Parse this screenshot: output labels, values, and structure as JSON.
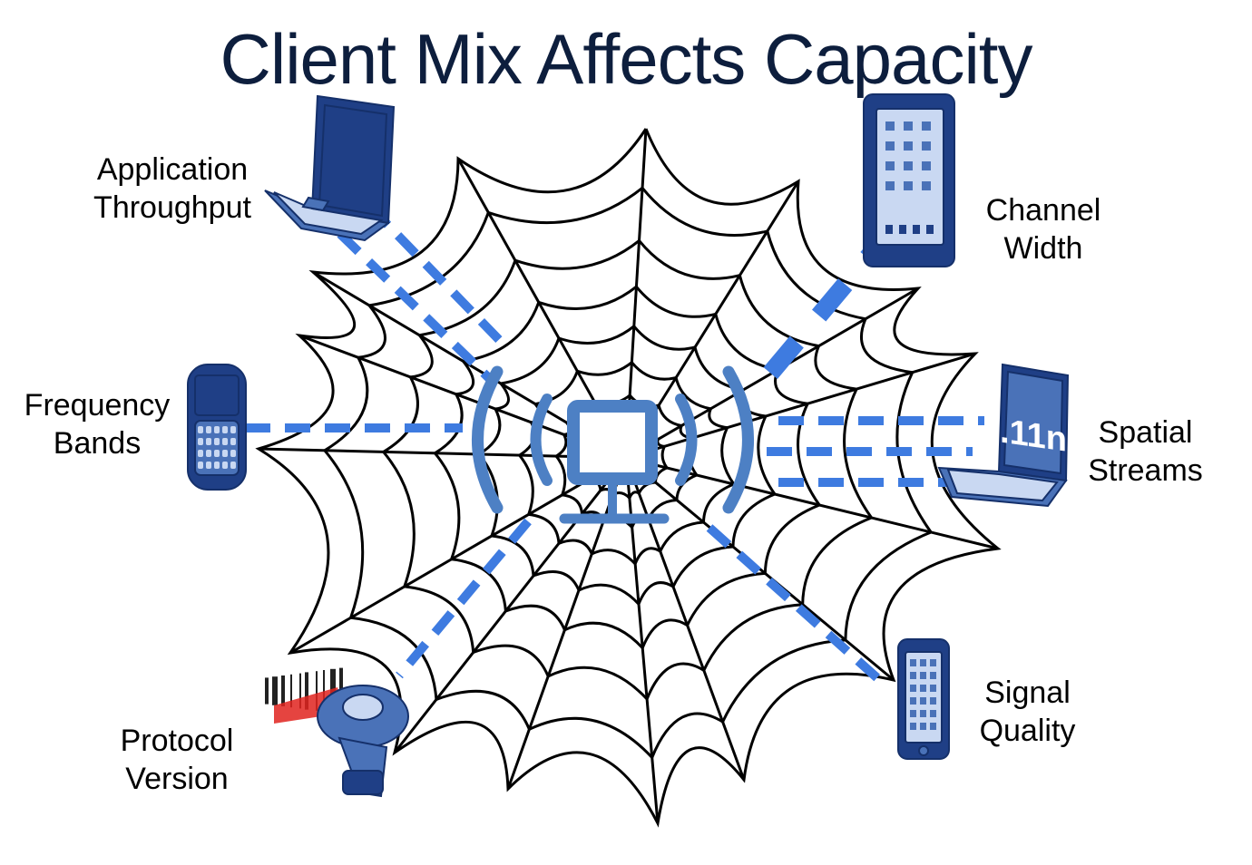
{
  "title": "Client Mix Affects Capacity",
  "colors": {
    "title": "#0d1e3d",
    "web": "#000000",
    "dash": "#3e7be0",
    "device_dark": "#1f3f86",
    "device_mid": "#4a72b8",
    "device_light": "#c9d8f2",
    "access_point": "#4d80c4",
    "scanner_beam": "#e0231f"
  },
  "factors": [
    {
      "id": "application-throughput",
      "line1": "Application",
      "line2": "Throughput",
      "device": "laptop-icon"
    },
    {
      "id": "channel-width",
      "line1": "Channel",
      "line2": "Width",
      "device": "tablet-icon"
    },
    {
      "id": "frequency-bands",
      "line1": "Frequency",
      "line2": "Bands",
      "device": "smartphone-icon"
    },
    {
      "id": "spatial-streams",
      "line1": "Spatial",
      "line2": "Streams",
      "device": "laptop-11n-icon",
      "device_text": ".11n"
    },
    {
      "id": "protocol-version",
      "line1": "Protocol",
      "line2": "Version",
      "device": "barcode-scanner-icon"
    },
    {
      "id": "signal-quality",
      "line1": "Signal",
      "line2": "Quality",
      "device": "phone-icon"
    }
  ],
  "center": {
    "device": "access-point-icon"
  }
}
